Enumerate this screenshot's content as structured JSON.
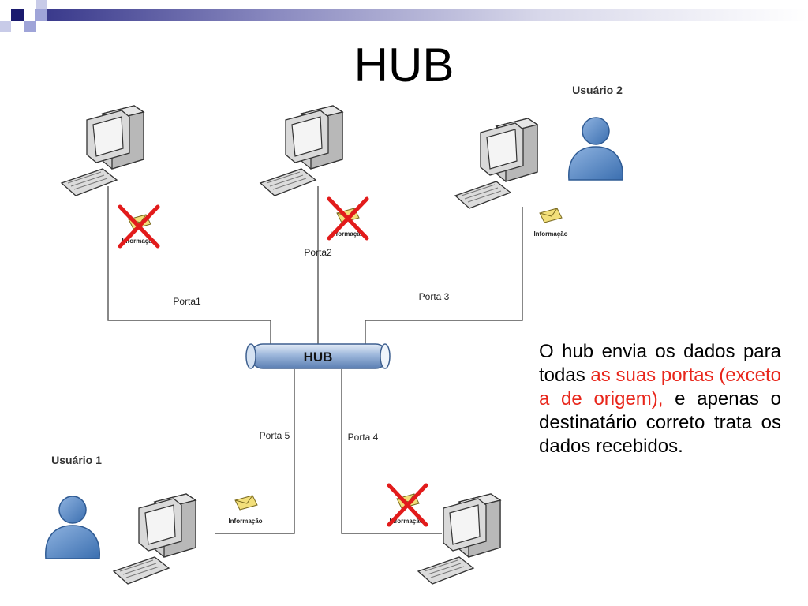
{
  "slide": {
    "title": "HUB",
    "accent_color": "#3a3a8c",
    "description": {
      "part1": "O hub envia os dados para todas ",
      "highlight": "as suas portas (exceto a de origem),",
      "part2": " e apenas o destinatário correto trata os dados recebidos.",
      "highlight_color": "#e8261b"
    }
  },
  "diagram": {
    "hub_label": "HUB",
    "ports": {
      "p1": "Porta1",
      "p2": "Porta2",
      "p3": "Porta 3",
      "p4": "Porta 4",
      "p5": "Porta 5"
    },
    "users": {
      "u1": "Usuário 1",
      "u2": "Usuário 2"
    },
    "info_label": "Informação"
  }
}
